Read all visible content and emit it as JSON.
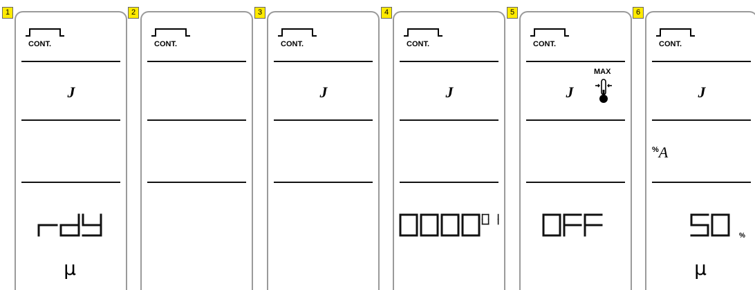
{
  "panels": [
    {
      "badge": "1",
      "cont_label": "CONT.",
      "mode": "J",
      "unit": "μ"
    },
    {
      "badge": "2",
      "cont_label": "CONT."
    },
    {
      "badge": "3",
      "cont_label": "CONT.",
      "mode": "J"
    },
    {
      "badge": "4",
      "cont_label": "CONT.",
      "mode": "J"
    },
    {
      "badge": "5",
      "cont_label": "CONT.",
      "mode": "J",
      "max_label": "MAX"
    },
    {
      "badge": "6",
      "cont_label": "CONT.",
      "mode": "J",
      "pct_a": "A",
      "pct_a_sup": "%",
      "unit": "μ",
      "pct": "%"
    }
  ],
  "displays": {
    "p1": "rdY",
    "p4_main": "0000",
    "p4_small": "01",
    "p5": "OFF",
    "p6": "50"
  },
  "colors": {
    "badge": "#ffea00",
    "border": "#9a9a9a",
    "ink": "#111111"
  },
  "icons": [
    "continuity-pulse-icon",
    "thermometer-max-icon"
  ]
}
